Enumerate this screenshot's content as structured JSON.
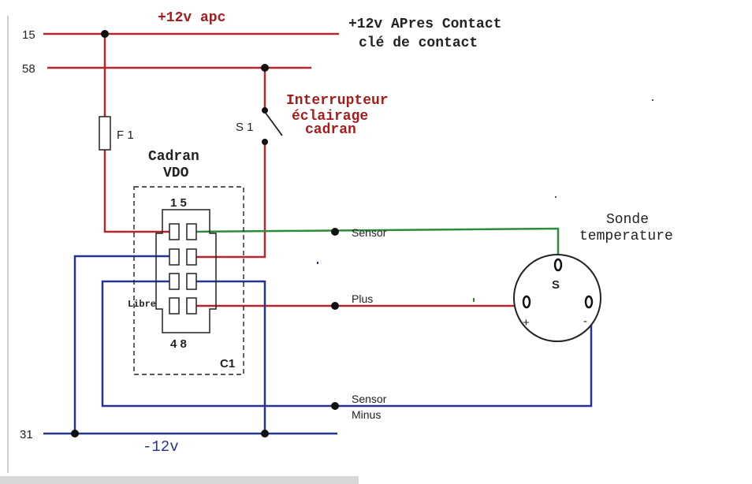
{
  "rails": {
    "r15": "15",
    "r58": "58",
    "r31": "31",
    "plus12": "+12v apc",
    "minus12": "-12v"
  },
  "header": {
    "line1": "+12v APres Contact",
    "line2": "clé de contact"
  },
  "fuse": {
    "label": "F 1"
  },
  "switch": {
    "label": "S 1",
    "title1": "Interrupteur",
    "title2": "éclairage",
    "title3": "cadran"
  },
  "gauge": {
    "title1": "Cadran",
    "title2": "VDO",
    "pins_top": "1 5",
    "pins_bottom": "4 8",
    "free_pin": "Libre",
    "connector": "C1"
  },
  "wires": {
    "sensor": "Sensor",
    "plus": "Plus",
    "sensor_minus_1": "Sensor",
    "sensor_minus_2": "Minus"
  },
  "probe": {
    "title1": "Sonde",
    "title2": "temperature",
    "s_terminal": "S",
    "plus_sign": "+",
    "minus_sign": "-"
  },
  "colors": {
    "red": "#b3262b",
    "blue": "#26348f",
    "green": "#2e8b3a",
    "black": "#111111",
    "label_red": "#a61c1c"
  }
}
